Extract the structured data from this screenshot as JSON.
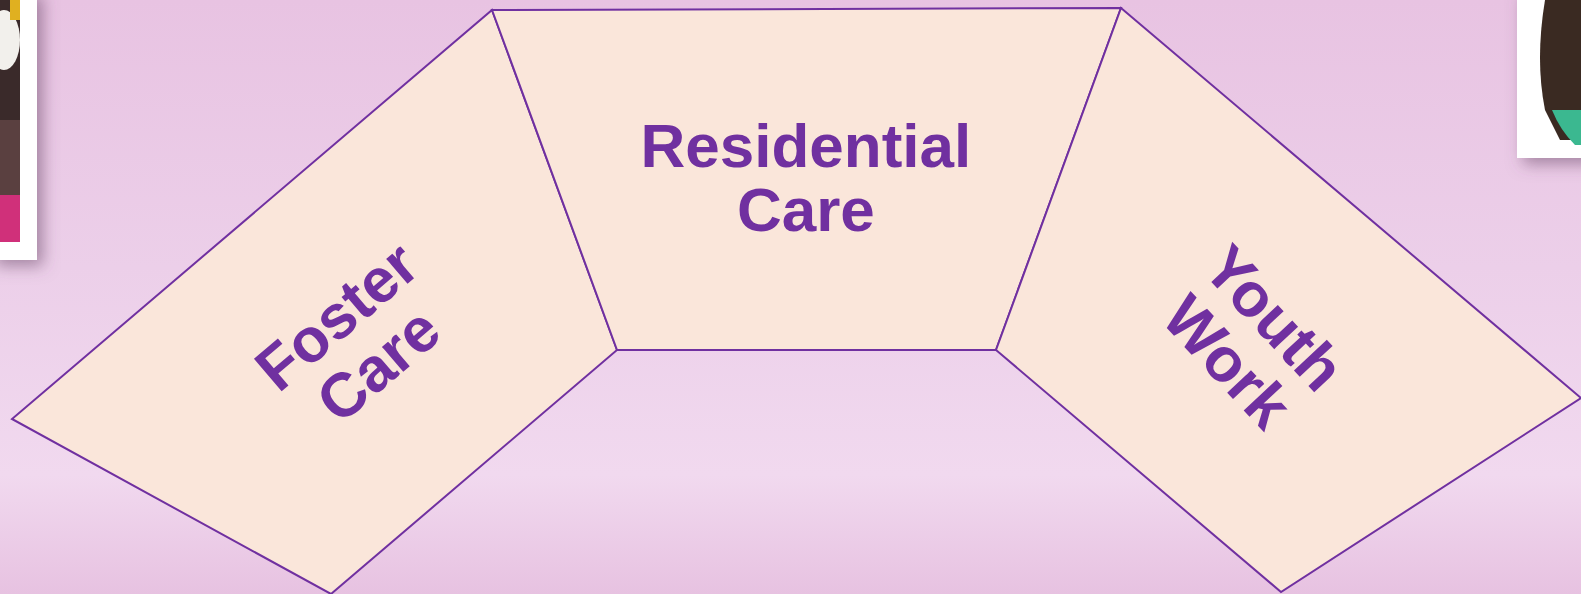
{
  "diagram": {
    "nodes": [
      {
        "text": [
          "Foster Care"
        ]
      },
      {
        "text": [
          "Residential Care"
        ]
      },
      {
        "text": [
          "Youth Work"
        ]
      }
    ]
  }
}
